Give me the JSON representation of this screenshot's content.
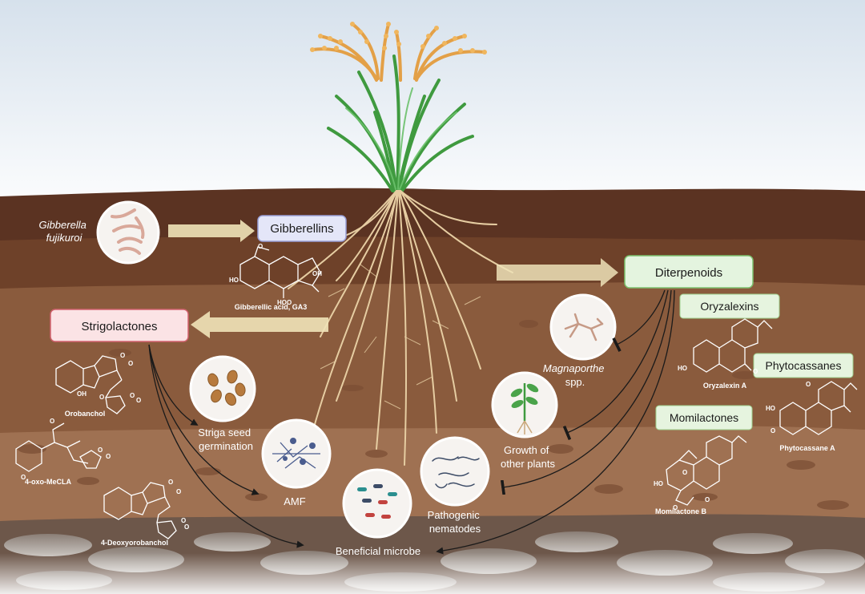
{
  "organisms": {
    "gibberella": [
      "Gibberella",
      "fujikuroi"
    ],
    "magnaporthe": [
      "Magnaporthe",
      "spp."
    ]
  },
  "boxes": {
    "gibberellins": "Gibberellins",
    "diterpenoids": "Diterpenoids",
    "strigolactones": "Strigolactones",
    "oryzalexins": "Oryzalexins",
    "phytocassanes": "Phytocassanes",
    "momilactones": "Momilactones"
  },
  "compounds": {
    "ga3": "Gibberellic acid, GA3",
    "orobanchol": "Orobanchol",
    "oxo_meCLA": "4-oxo-MeCLA",
    "deoxyorobanchol": "4-Deoxyorobanchol",
    "oryzalexin_a": "Oryzalexin A",
    "phytocassane_a": "Phytocassane A",
    "momilactone_b": "Momilactone B"
  },
  "targets": {
    "striga": [
      "Striga seed",
      "germination"
    ],
    "amf": "AMF",
    "beneficial": "Beneficial microbe",
    "growth": [
      "Growth of",
      "other plants"
    ],
    "nematodes": [
      "Pathogenic",
      "nematodes"
    ]
  },
  "colors": {
    "sky_top": "#d9e4ef",
    "sky_bottom": "#ffffff",
    "soil_dark": "#5a3322",
    "soil_mid": "#8a5a3c",
    "soil_light": "#a47454",
    "gibberellins_box": "#e3e5f7",
    "strigolactones_box": "#fbe3e5",
    "strigolactones_border": "#d1626e",
    "diterpenoids_box": "#e4f4df",
    "diterpenoids_border": "#7cc26e",
    "arrow_fill": "#efe3b8",
    "grain": "#e9a64b",
    "leaf": "#4aa34a",
    "root": "#e8cfa5"
  }
}
